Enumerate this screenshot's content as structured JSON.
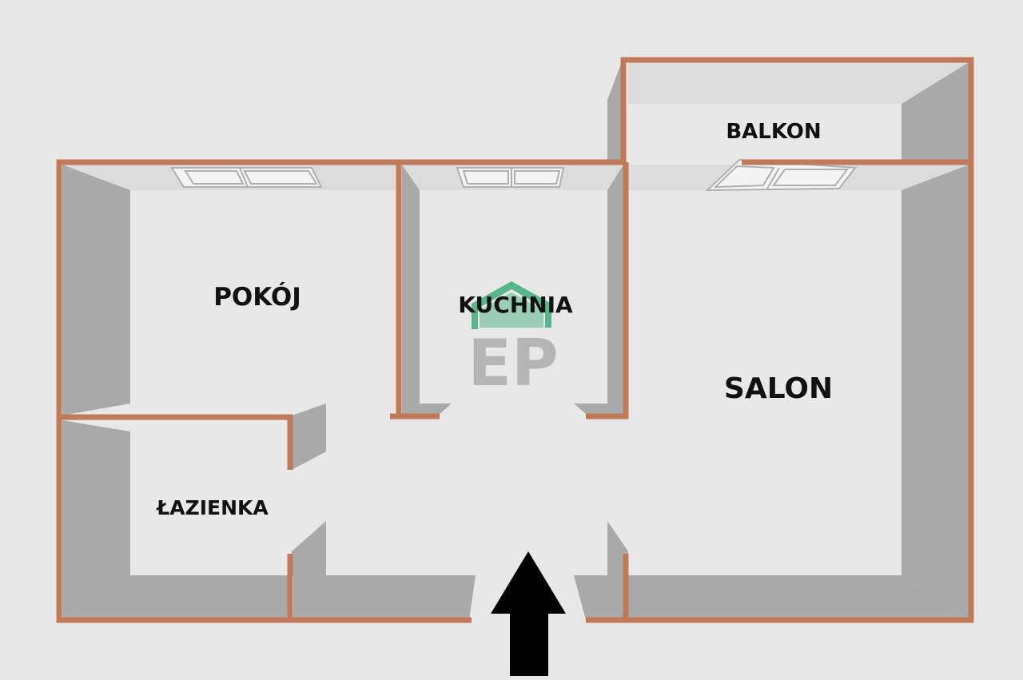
{
  "colors": {
    "background": "#e8e8e8",
    "floor": "#e5e5e5",
    "wall_shade": "#a9a9a9",
    "wall_outline": "#c07a5a",
    "logo_green": "#3fae7c",
    "logo_grey": "#b5b5b5",
    "arrow": "#000000"
  },
  "rooms": {
    "pokoj": "POKÓJ",
    "kuchnia": "KUCHNIA",
    "salon": "SALON",
    "balkon": "BALKON",
    "lazienka": "ŁAZIENKA"
  },
  "logo": {
    "text": "EP",
    "icon": "house-roof-icon"
  },
  "entrance": {
    "icon": "entrance-arrow-icon"
  }
}
